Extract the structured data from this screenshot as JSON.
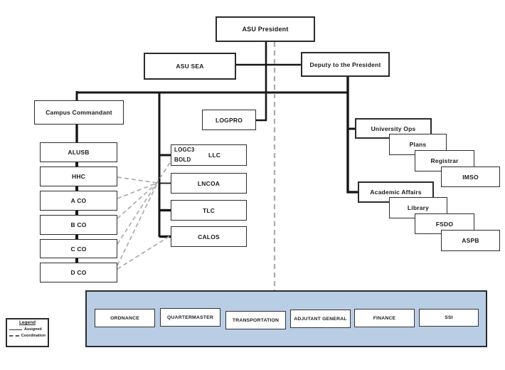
{
  "diagram": {
    "nodes": {
      "president": "ASU President",
      "sea": "ASU SEA",
      "deputy": "Deputy to the President",
      "campus": "Campus Commandant",
      "alusb": "ALUSB",
      "hhc": "HHC",
      "a_co": "A CO",
      "b_co": "B CO",
      "c_co": "C CO",
      "d_co": "D CO",
      "logpro": "LOGPRO",
      "logc3": "LOGC3",
      "bold": "BOLD",
      "llc": "LLC",
      "lncoa": "LNCOA",
      "tlc": "TLC",
      "calos": "CALOS",
      "university_ops": "University Ops",
      "plans": "Plans",
      "registrar": "Registrar",
      "imso": "IMSO",
      "academic_affairs": "Academic Affairs",
      "library": "Library",
      "fsdo": "FSDO",
      "aspb": "ASPB"
    },
    "bottom_panel": {
      "items": [
        "ORDNANCE",
        "QUARTERMASTER",
        "TRANSPORTATION",
        "ADJUTANT GENERAL",
        "FINANCE",
        "SSI"
      ]
    },
    "legend": {
      "title": "Legend",
      "assigned_label": "Assigned",
      "coordination_label": "Coordination"
    },
    "colors": {
      "panel_fill": "#b9cde5",
      "solid_line": "#161616",
      "dashed_line": "#ababab",
      "box_fill": "#ffffff"
    }
  }
}
